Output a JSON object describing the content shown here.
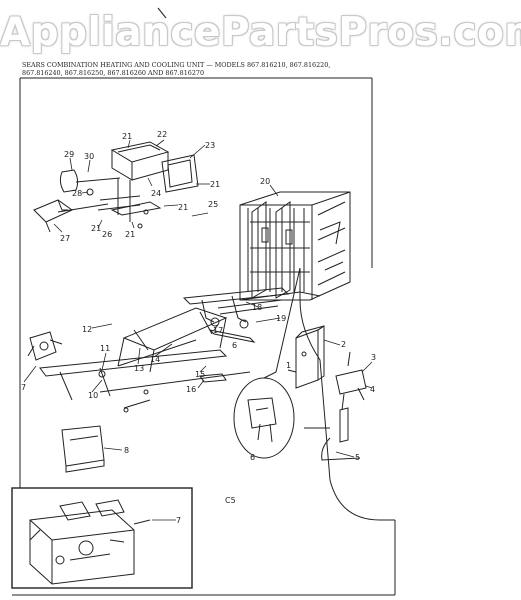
{
  "watermark": "AppliancePartsPros.com",
  "header": {
    "line1": "SEARS COMBINATION HEATING AND COOLING UNIT — MODELS 867.816210, 867.816220,",
    "line2": "867.816240, 867.816250, 867.816260 AND 867.816270"
  },
  "figure_code": "C5",
  "part_labels": {
    "p1": "1",
    "p2": "2",
    "p3": "3",
    "p4": "4",
    "p5": "5",
    "p6a": "6",
    "p6b": "6",
    "p7a": "7",
    "p7b": "7",
    "p8": "8",
    "p10": "10",
    "p11": "11",
    "p12": "12",
    "p13": "13",
    "p14": "14",
    "p15": "15",
    "p16": "16",
    "p17": "17",
    "p18": "18",
    "p19": "19",
    "p20": "20",
    "p21a": "21",
    "p21b": "21",
    "p21c": "21",
    "p21d": "21",
    "p22": "22",
    "p23": "23",
    "p24": "24",
    "p25": "25",
    "p26": "26",
    "p27": "27",
    "p28": "28",
    "p29": "29",
    "p30": "30"
  }
}
